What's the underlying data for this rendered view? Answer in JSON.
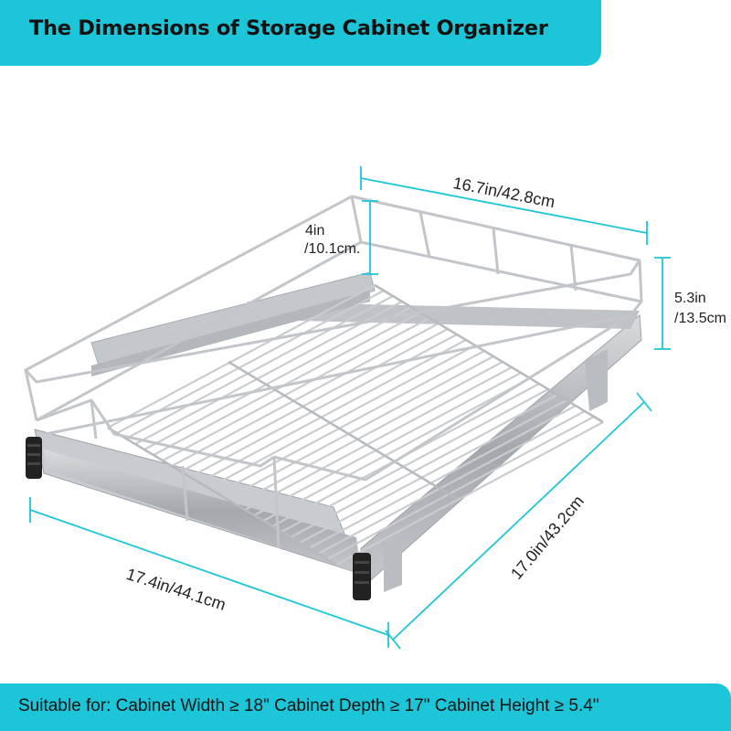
{
  "title": "The Dimensions of Storage Cabinet Organizer",
  "dimensions": {
    "top_width": "16.7in/42.8cm",
    "wire_height_in": "4in",
    "wire_height_cm": "/10.1cm.",
    "total_height_in": "5.3in",
    "total_height_cm": "/13.5cm",
    "side_depth": "17.0in/43.2cm",
    "bottom_width": "17.4in/44.1cm"
  },
  "footer": "Suitable for: Cabinet Width ≥ 18\"  Cabinet Depth ≥ 17\"  Cabinet Height ≥ 5.4\"",
  "colors": {
    "accent": "#1cc6d8",
    "dimension_line": "#1cc6d8",
    "wire": "#c9ccd0",
    "rail": "#a9adb2",
    "bumper": "#222222"
  }
}
